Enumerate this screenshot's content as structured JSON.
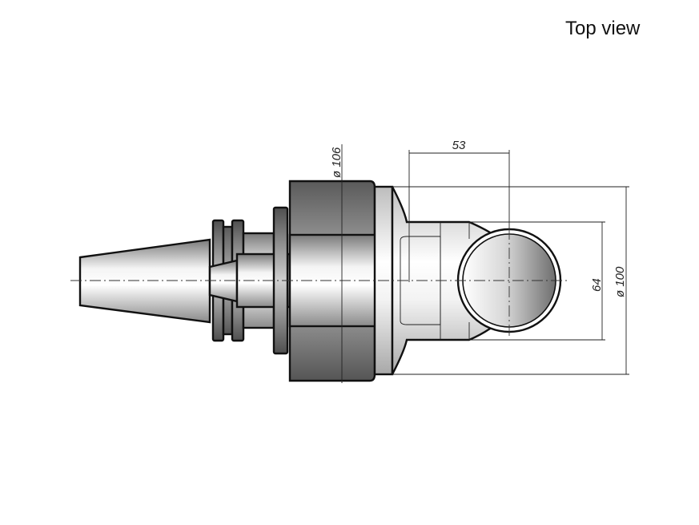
{
  "view_title": "Top view",
  "dimensions": {
    "top_width": "53",
    "diameter_flange": "ø 106",
    "width_64": "64",
    "diameter_100": "ø 100"
  }
}
